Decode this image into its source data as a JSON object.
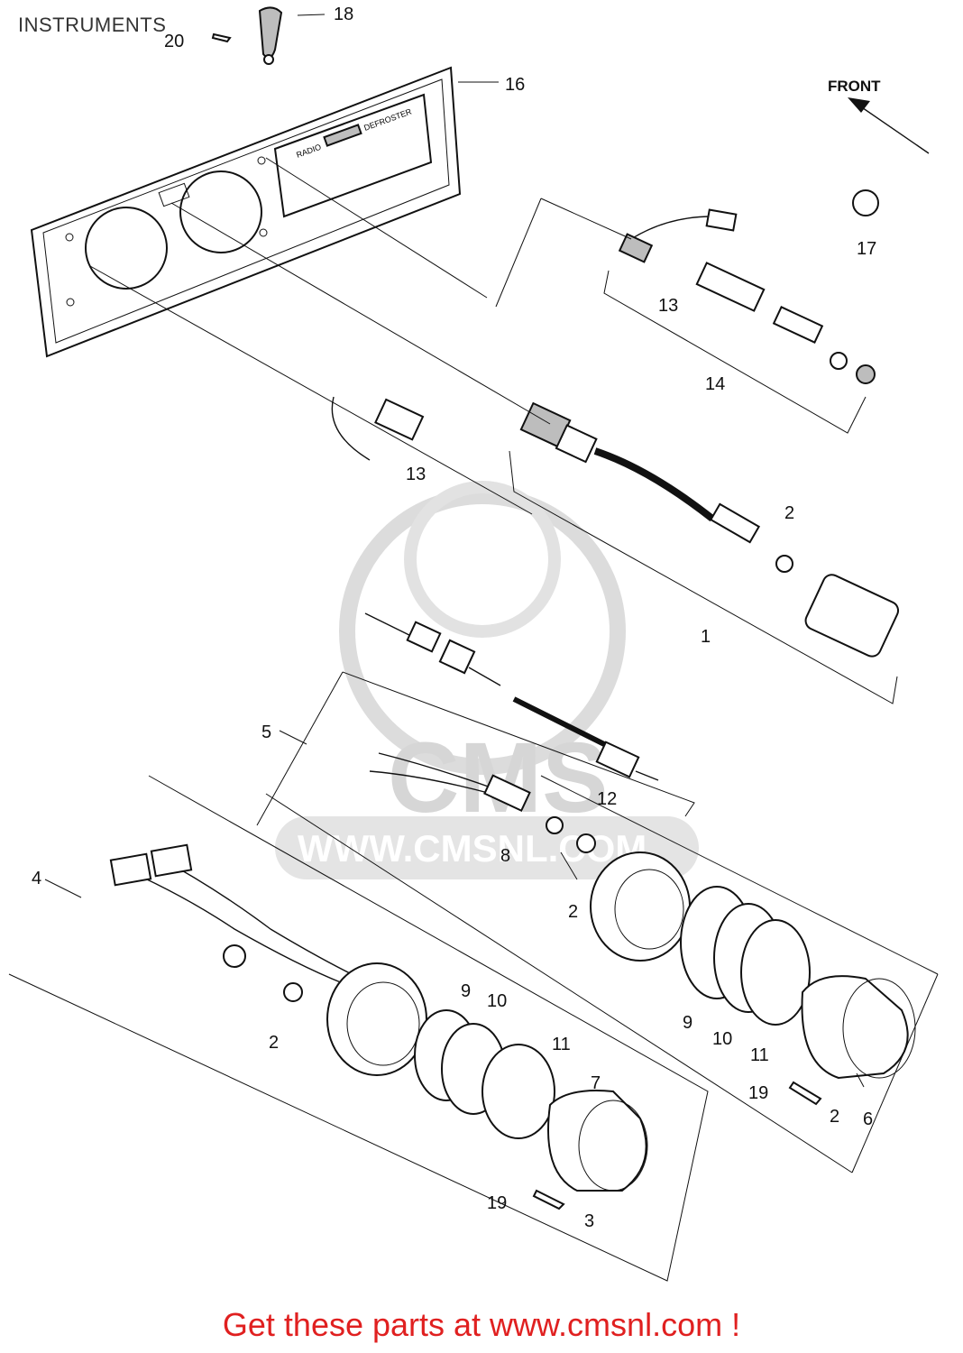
{
  "header": {
    "title": "INSTRUMENTS"
  },
  "orientation": {
    "label": "FRONT"
  },
  "watermark": {
    "logo_text": "CMS",
    "url_text": "WWW.CMSNL.COM"
  },
  "panel_labels": {
    "left": "RADIO",
    "right": "DEFROSTER"
  },
  "callouts": [
    {
      "id": "c1",
      "text": "1"
    },
    {
      "id": "c2a",
      "text": "2"
    },
    {
      "id": "c2b",
      "text": "2"
    },
    {
      "id": "c2c",
      "text": "2"
    },
    {
      "id": "c2d",
      "text": "2"
    },
    {
      "id": "c3",
      "text": "3"
    },
    {
      "id": "c4",
      "text": "4"
    },
    {
      "id": "c5",
      "text": "5"
    },
    {
      "id": "c6",
      "text": "6"
    },
    {
      "id": "c7",
      "text": "7"
    },
    {
      "id": "c8",
      "text": "8"
    },
    {
      "id": "c9a",
      "text": "9"
    },
    {
      "id": "c9b",
      "text": "9"
    },
    {
      "id": "c10a",
      "text": "10"
    },
    {
      "id": "c10b",
      "text": "10"
    },
    {
      "id": "c11a",
      "text": "11"
    },
    {
      "id": "c11b",
      "text": "11"
    },
    {
      "id": "c12",
      "text": "12"
    },
    {
      "id": "c13a",
      "text": "13"
    },
    {
      "id": "c13b",
      "text": "13"
    },
    {
      "id": "c14",
      "text": "14"
    },
    {
      "id": "c16",
      "text": "16"
    },
    {
      "id": "c17",
      "text": "17"
    },
    {
      "id": "c18",
      "text": "18"
    },
    {
      "id": "c19a",
      "text": "19"
    },
    {
      "id": "c19b",
      "text": "19"
    },
    {
      "id": "c20",
      "text": "20"
    }
  ],
  "footer": {
    "text": "Get these parts at www.cmsnl.com !",
    "color": "#e02020"
  }
}
